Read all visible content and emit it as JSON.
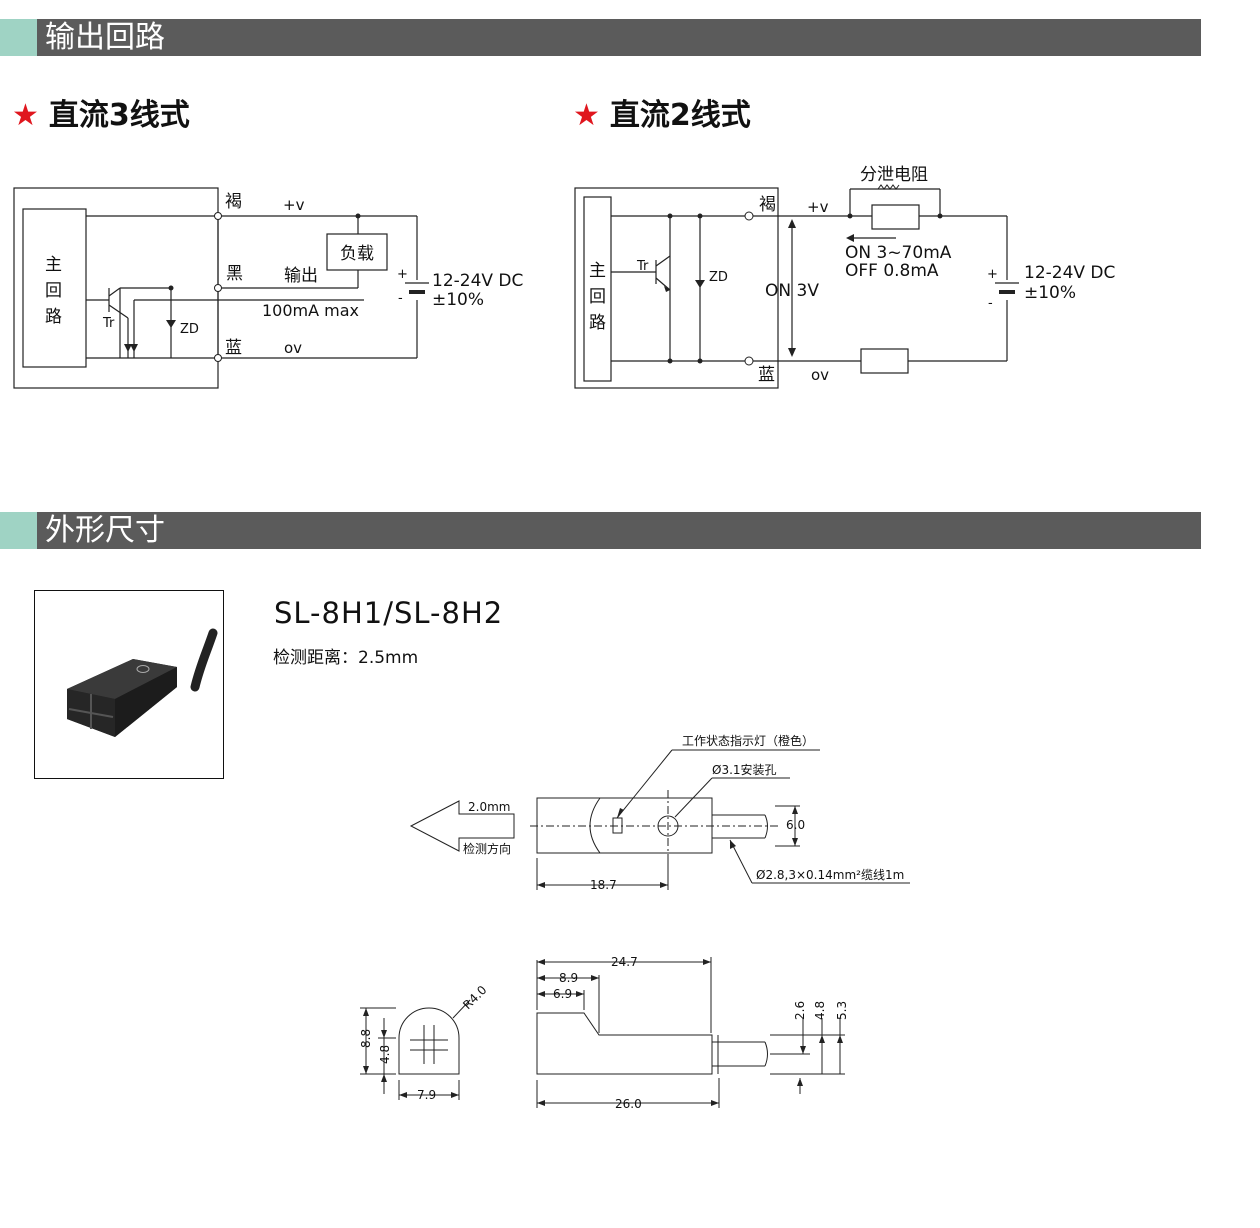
{
  "sections": {
    "output_circuit": "输出回路",
    "dimensions": "外形尺寸"
  },
  "three_wire": {
    "title": "直流3线式",
    "star": "★",
    "main_circuit": [
      "主",
      "回",
      "路"
    ],
    "brown": "褐",
    "black": "黑",
    "blue": "蓝",
    "plus_v": "+v",
    "output": "输出",
    "ov": "ov",
    "load": "负载",
    "max_current": "100mA max",
    "supply": "12-24V DC",
    "tolerance": "±10%",
    "plus": "+",
    "minus": "-",
    "tr": "Tr",
    "zd": "ZD"
  },
  "two_wire": {
    "title": "直流2线式",
    "star": "★",
    "main_circuit": [
      "主",
      "回",
      "路"
    ],
    "brown": "褐",
    "blue": "蓝",
    "plus_v": "+v",
    "ov": "ov",
    "shunt": "分泄电阻",
    "on_current": "ON 3~70mA",
    "off_current": "OFF 0.8mA",
    "on_voltage": "ON 3V",
    "supply": "12-24V DC",
    "tolerance": "±10%",
    "plus": "+",
    "minus": "-",
    "tr": "Tr",
    "zd": "ZD"
  },
  "product": {
    "model": "SL-8H1/SL-8H2",
    "detect_distance": "检测距离：2.5mm"
  },
  "drawing": {
    "indicator": "工作状态指示灯（橙色）",
    "hole": "Ø3.1安装孔",
    "arrow_value": "2.0mm",
    "arrow_label": "检测方向",
    "cable": "Ø2.8,3×0.14mm²缆线1m",
    "dims": {
      "d6_0": "6.0",
      "d18_7": "18.7",
      "d24_7": "24.7",
      "d8_9": "8.9",
      "d6_9": "6.9",
      "d26_0": "26.0",
      "d2_6": "2.6",
      "d4_8": "4.8",
      "d5_3": "5.3",
      "d8_8": "8.8",
      "d4_8b": "4.8",
      "d7_9": "7.9",
      "r4_0": "R4.0"
    }
  }
}
